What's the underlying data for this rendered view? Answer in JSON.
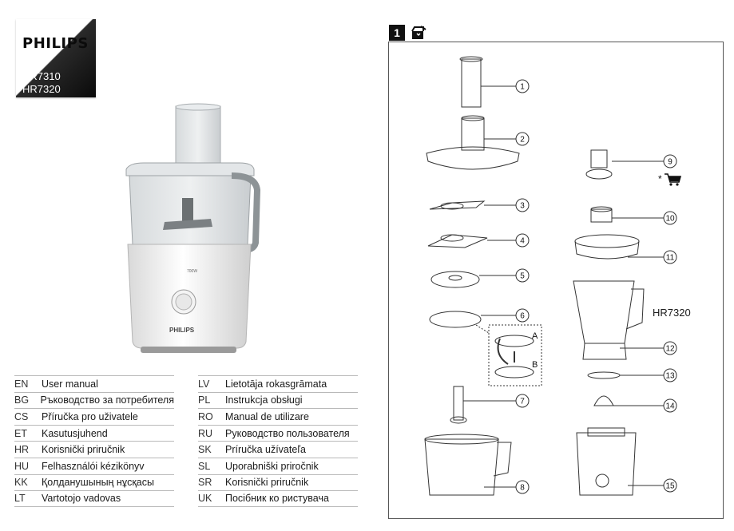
{
  "brand": {
    "logo": "PHILIPS",
    "models": [
      "HR7310",
      "HR7320"
    ]
  },
  "hero": {
    "power_label": "700W",
    "brand_mark": "PHILIPS"
  },
  "languages": {
    "col1": [
      {
        "code": "EN",
        "title": "User manual"
      },
      {
        "code": "BG",
        "title": "Ръководство за потребителя"
      },
      {
        "code": "CS",
        "title": "Příručka pro uživatele"
      },
      {
        "code": "ET",
        "title": "Kasutusjuhend"
      },
      {
        "code": "HR",
        "title": "Korisnički priručnik"
      },
      {
        "code": "HU",
        "title": "Felhasználói kézikönyv"
      },
      {
        "code": "KK",
        "title": "Қолданушының нұсқасы"
      },
      {
        "code": "LT",
        "title": "Vartotojo vadovas"
      }
    ],
    "col2": [
      {
        "code": "LV",
        "title": "Lietotāja rokasgrāmata"
      },
      {
        "code": "PL",
        "title": "Instrukcja obsługi"
      },
      {
        "code": "RO",
        "title": "Manual de utilizare"
      },
      {
        "code": "RU",
        "title": "Руководство пользователя"
      },
      {
        "code": "SK",
        "title": "Príručka užívateľa"
      },
      {
        "code": "SL",
        "title": "Uporabniški priročnik"
      },
      {
        "code": "SR",
        "title": "Korisnički priručnik"
      },
      {
        "code": "UK",
        "title": "Посібник ко ристувача"
      }
    ]
  },
  "diagram": {
    "step_number": "1",
    "step_icon": "box-unpack-icon",
    "model_label": "HR7320",
    "optional_marker": "*",
    "optional_icon": "shopping-cart-icon",
    "disc_side_a": "A",
    "disc_side_b": "B",
    "callouts": [
      "1",
      "2",
      "3",
      "4",
      "5",
      "6",
      "7",
      "8",
      "9",
      "10",
      "11",
      "12",
      "13",
      "14",
      "15"
    ]
  }
}
